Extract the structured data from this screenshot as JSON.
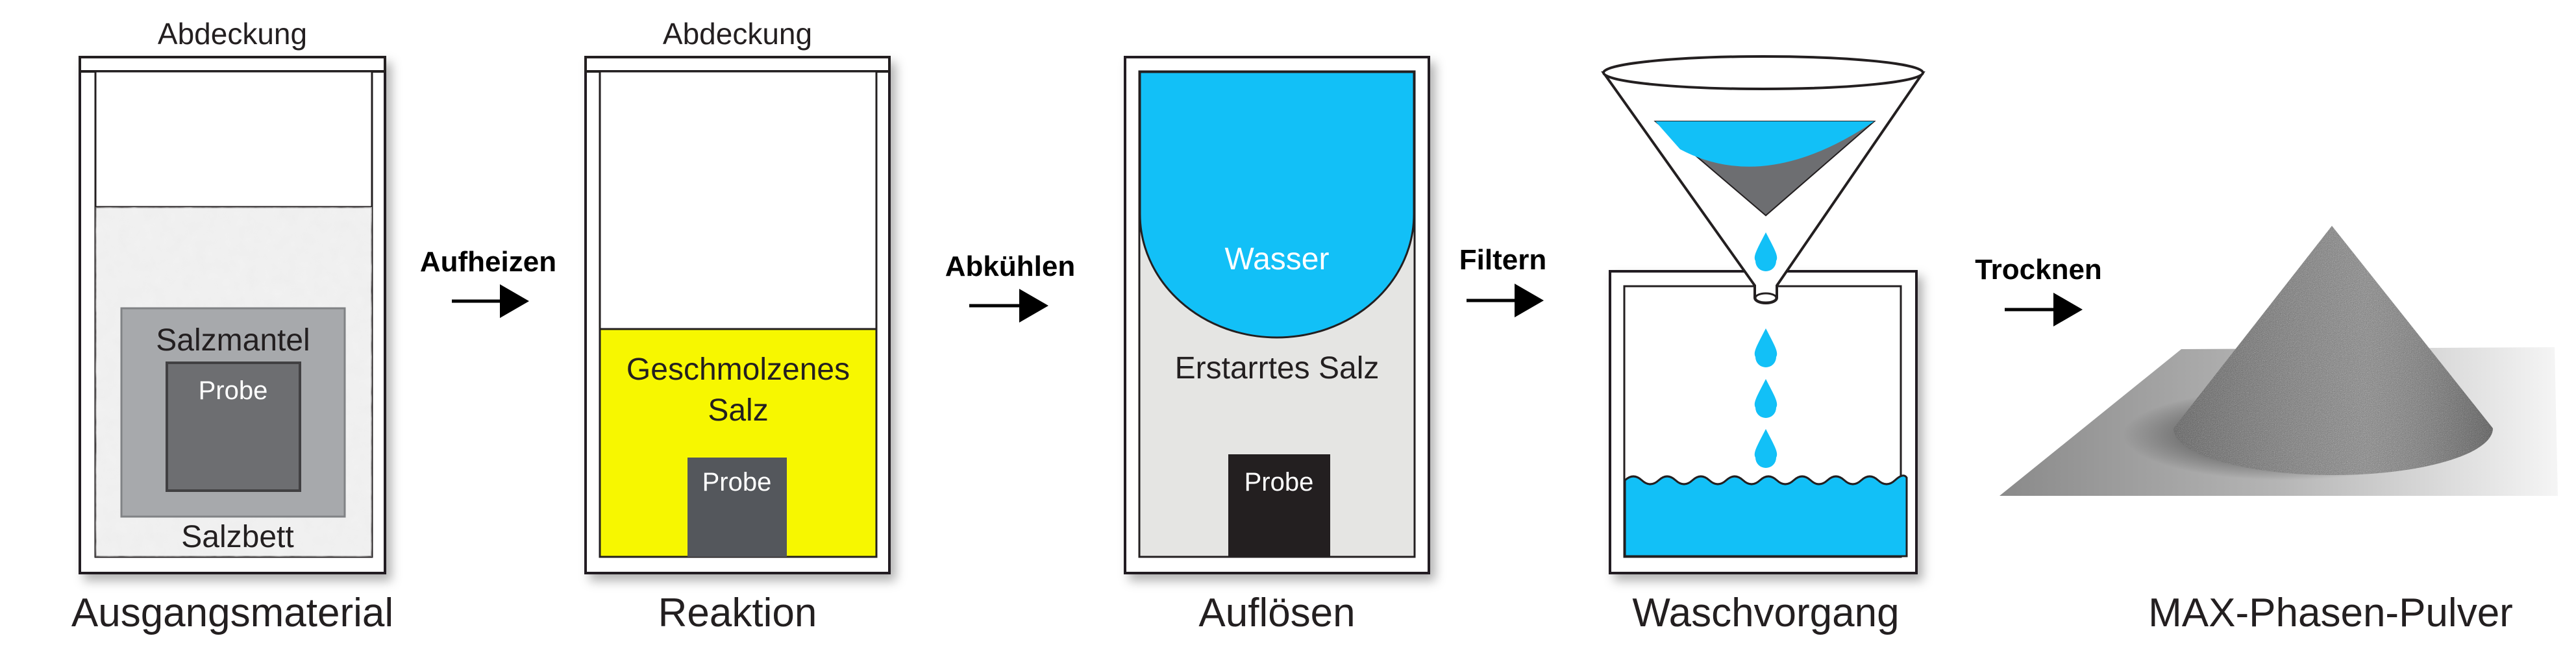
{
  "colors": {
    "water": "#12c0f7",
    "molten_salt": "#f7f700",
    "sample": "#54575c",
    "salt_jacket": "#a7a9ac",
    "solid_salt": "#e5e5e3"
  },
  "panels": {
    "start": {
      "lid": "Abdeckung",
      "jacket": "Salzmantel",
      "sample": "Probe",
      "bed": "Salzbett",
      "caption": "Ausgangsmaterial"
    },
    "reaction": {
      "lid": "Abdeckung",
      "molten_line1": "Geschmolzenes",
      "molten_line2": "Salz",
      "sample": "Probe",
      "caption": "Reaktion"
    },
    "dissolve": {
      "water": "Wasser",
      "solid_salt": "Erstarrtes Salz",
      "sample": "Probe",
      "caption": "Auflösen"
    },
    "wash": {
      "caption": "Waschvorgang"
    },
    "powder": {
      "caption": "MAX-Phasen-Pulver"
    }
  },
  "steps": [
    "Aufheizen",
    "Abkühlen",
    "Filtern",
    "Trocknen"
  ]
}
